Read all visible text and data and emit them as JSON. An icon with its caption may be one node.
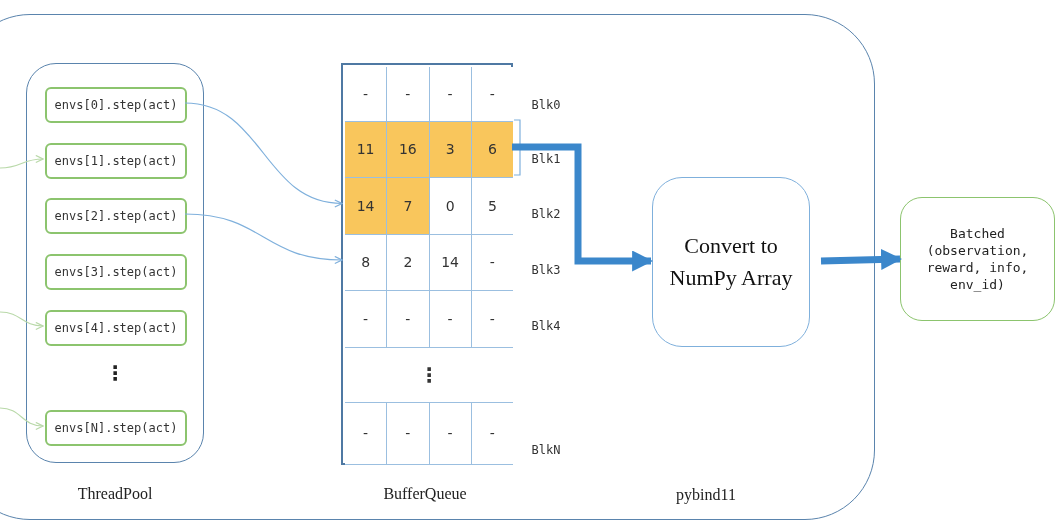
{
  "diagram": {
    "nodes": [
      {
        "text": [
          "pybind11"
        ]
      },
      {
        "text": [],
        "shape": "box",
        "in": 0,
        "beside": [
          "ThreadPool"
        ]
      },
      {
        "text": [
          "envs[0].step(act)"
        ],
        "in": 1
      },
      {
        "text": [
          "envs[1].step(act)"
        ],
        "in": 1
      },
      {
        "text": [
          "envs[2].step(act)"
        ],
        "in": 1
      },
      {
        "text": [
          "envs[3].step(act)"
        ],
        "in": 1
      },
      {
        "text": [
          "envs[4].step(act)"
        ],
        "in": 1
      },
      {
        "text": [
          "envs[N].step(act)"
        ],
        "in": 1
      },
      {
        "text": [],
        "shape": "box",
        "in": 0,
        "beside": [
          "BufferQueue"
        ]
      },
      {
        "text": [
          "-",
          "-",
          "-",
          "-"
        ],
        "in": 8,
        "beside": [
          "Blk0"
        ]
      },
      {
        "text": [
          "11",
          "16",
          "3",
          "6"
        ],
        "in": 8,
        "beside": [
          "Blk1"
        ]
      },
      {
        "text": [
          "14",
          "7",
          "0",
          "5"
        ],
        "in": 8,
        "beside": [
          "Blk2"
        ]
      },
      {
        "text": [
          "8",
          "2",
          "14",
          "-"
        ],
        "in": 8,
        "beside": [
          "Blk3"
        ]
      },
      {
        "text": [
          "-",
          "-",
          "-",
          "-"
        ],
        "in": 8,
        "beside": [
          "Blk4"
        ]
      },
      {
        "text": [
          "⋮"
        ],
        "in": 8
      },
      {
        "text": [
          "-",
          "-",
          "-",
          "-"
        ],
        "in": 8,
        "beside": [
          "BlkN"
        ]
      },
      {
        "text": [
          "Convert to NumPy Array"
        ],
        "in": 0
      },
      {
        "text": [
          "Batched (observation, reward, info, env_id)"
        ]
      }
    ],
    "edges": [
      {
        "from": 2,
        "to": 11,
        "arrow": "to"
      },
      {
        "from": 4,
        "to": 12,
        "arrow": "to"
      },
      {
        "from": null,
        "to": 3,
        "arrow": "to",
        "color": "#b9d9a9"
      },
      {
        "from": null,
        "to": 6,
        "arrow": "to",
        "color": "#b9d9a9"
      },
      {
        "from": null,
        "to": 7,
        "arrow": "to",
        "color": "#b9d9a9"
      },
      {
        "from": 10,
        "to": 16,
        "arrow": "to",
        "style": "thick",
        "color": "#3b87cb"
      },
      {
        "from": 16,
        "to": 17,
        "arrow": "to",
        "style": "thick",
        "color": "#3b87cb"
      }
    ],
    "labels": [
      "⋮"
    ]
  }
}
